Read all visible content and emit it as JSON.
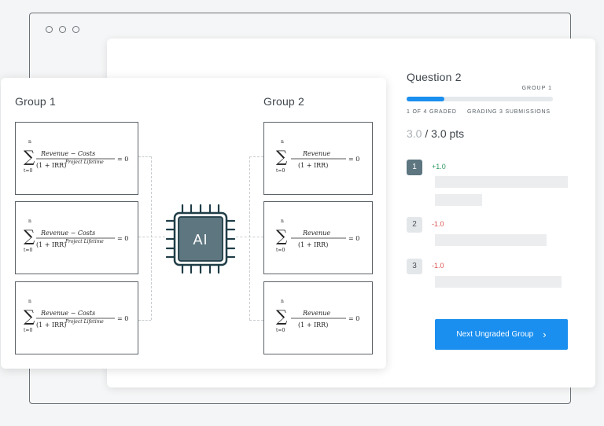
{
  "window": {
    "controls": [
      "close",
      "minimize",
      "maximize"
    ]
  },
  "question": {
    "title": "Question 2",
    "group_label": "GROUP 1",
    "progress_fraction": 0.26,
    "graded_status": "1 OF 4 GRADED",
    "submissions_status": "GRADING 3 SUBMISSIONS",
    "score": "3.0",
    "points_total": "/ 3.0 pts"
  },
  "rubric": [
    {
      "number": "1",
      "delta": "+1.0",
      "selected": true,
      "text_lines": 2
    },
    {
      "number": "2",
      "delta": "-1.0",
      "selected": false,
      "text_lines": 1
    },
    {
      "number": "3",
      "delta": "-1.0",
      "selected": false,
      "text_lines": 1
    }
  ],
  "next_button": {
    "label": "Next Ungraded Group",
    "icon": "chevron-right-icon"
  },
  "groups": {
    "group1": {
      "title": "Group 1",
      "formula": {
        "upper": "n",
        "lower": "t=0",
        "numerator": "Revenue − Costs",
        "denominator": "(1 + IRR)",
        "exponent": "Project Lifetime",
        "rhs": "= 0"
      }
    },
    "group2": {
      "title": "Group 2",
      "formula": {
        "upper": "n",
        "lower": "t=0",
        "numerator": "Revenue",
        "denominator": "(1 + IRR)",
        "rhs": "= 0"
      }
    },
    "chip_label": "AI",
    "chip_icon": "ai-chip-icon"
  },
  "colors": {
    "accent": "#1a8fef",
    "chip": "#5d7680",
    "chip_dark": "#1f3d47",
    "positive": "#2f9a62",
    "negative": "#d9534f"
  }
}
